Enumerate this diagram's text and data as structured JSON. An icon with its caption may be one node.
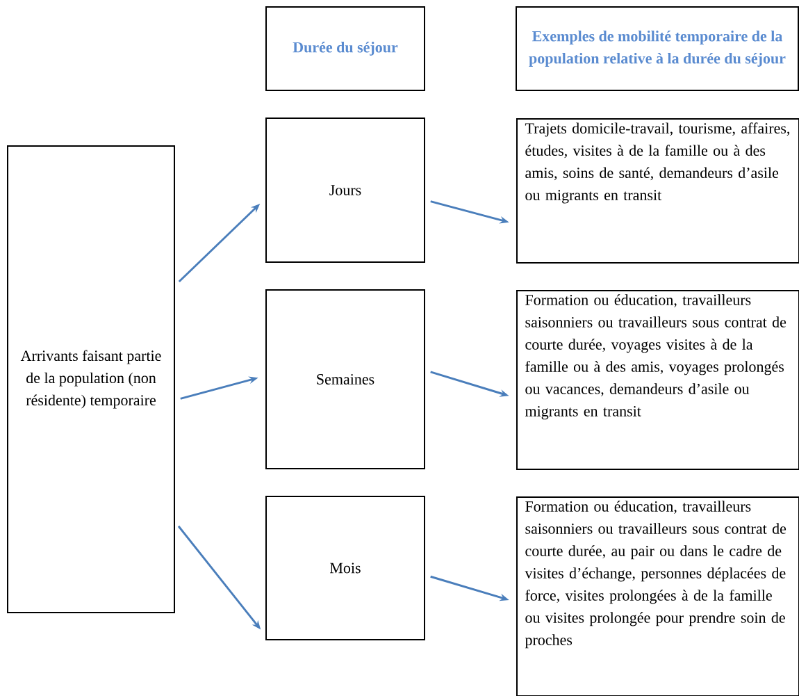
{
  "diagram": {
    "nodes": [
      {
        "text": [
          "Durée du séjour"
        ]
      },
      {
        "text": [
          "Exemples de mobilité temporaire de la population relative à la durée du séjour"
        ]
      },
      {
        "text": [
          "Arrivants faisant partie de la population (non résidente) temporaire"
        ]
      },
      {
        "text": [
          "Jours"
        ]
      },
      {
        "text": [
          "Trajets domicile-travail, tourisme, affaires, études, visites à de la famille ou à des amis, soins de santé, demandeurs d’asile ou migrants en transit"
        ]
      },
      {
        "text": [
          "Semaines"
        ]
      },
      {
        "text": [
          "Formation ou éducation, travailleurs saisonniers ou travailleurs sous contrat de courte durée, voyages visites à de la famille ou à des amis, voyages prolongés ou vacances, demandeurs d’asile ou migrants en transit"
        ]
      },
      {
        "text": [
          "Mois"
        ]
      },
      {
        "text": [
          "Formation ou éducation, travailleurs saisonniers ou travailleurs sous contrat de courte durée, au pair ou dans le cadre de visites d’échange, personnes déplacées de force, visites prolongées à de la famille ou visites prolongée pour prendre soin de proches"
        ]
      }
    ],
    "edges": [
      {
        "from": 2,
        "to": 3,
        "arrow": "to"
      },
      {
        "from": 2,
        "to": 5,
        "arrow": "to"
      },
      {
        "from": 2,
        "to": 7,
        "arrow": "to"
      },
      {
        "from": 3,
        "to": 4,
        "arrow": "to"
      },
      {
        "from": 5,
        "to": 6,
        "arrow": "to"
      },
      {
        "from": 7,
        "to": 8,
        "arrow": "to"
      }
    ]
  }
}
